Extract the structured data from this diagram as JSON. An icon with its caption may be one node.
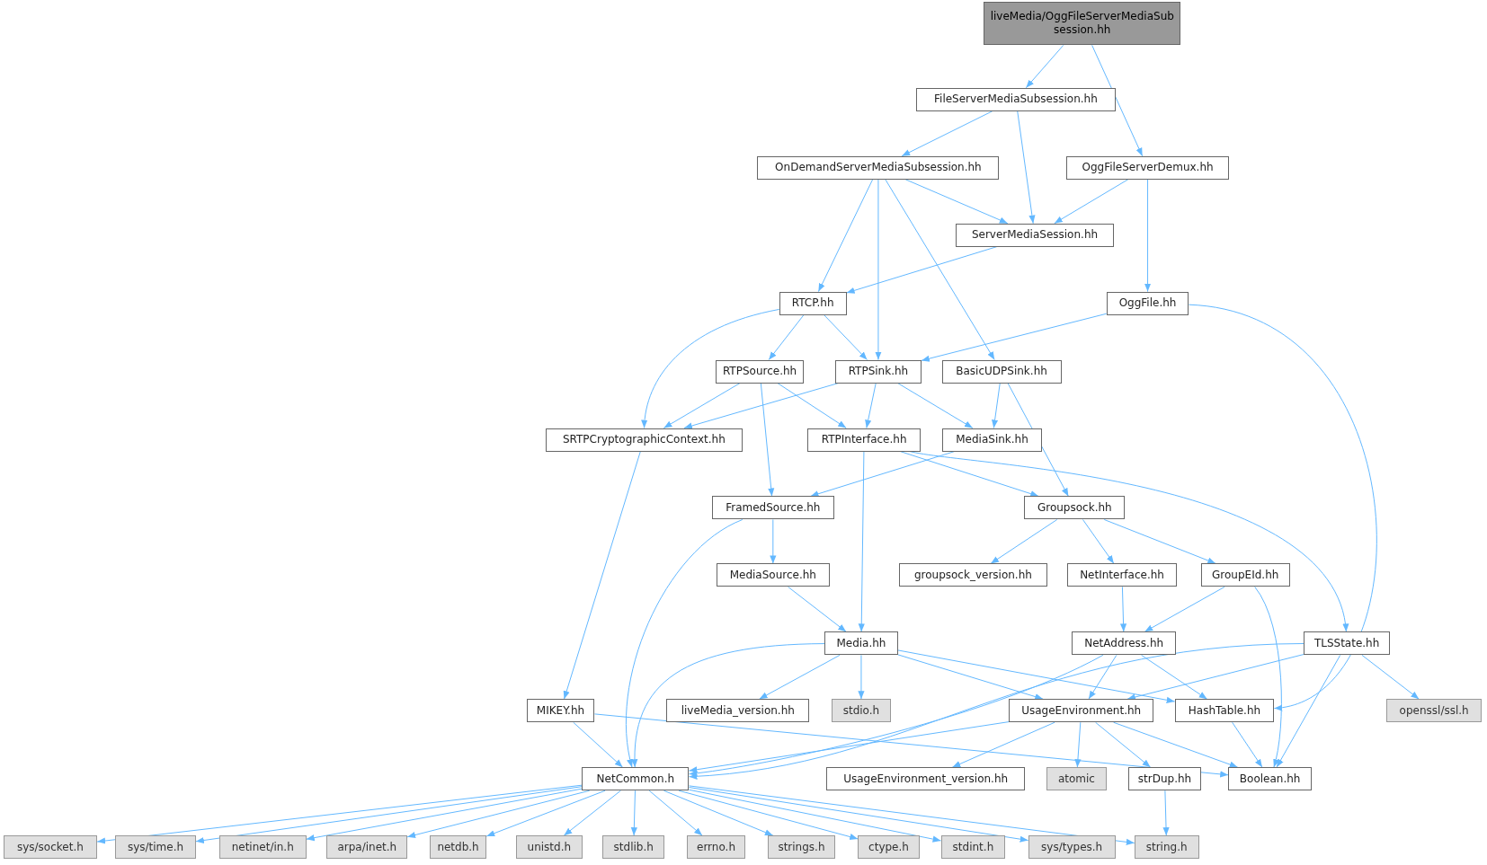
{
  "diagram": {
    "nodes": [
      {
        "text": [
          "liveMedia/OggFileServerMediaSubsession.hh"
        ]
      },
      {
        "text": [
          "FileServerMediaSubsession.hh"
        ]
      },
      {
        "text": [
          "OnDemandServerMediaSubsession.hh"
        ]
      },
      {
        "text": [
          "OggFileServerDemux.hh"
        ]
      },
      {
        "text": [
          "ServerMediaSession.hh"
        ]
      },
      {
        "text": [
          "RTCP.hh"
        ]
      },
      {
        "text": [
          "OggFile.hh"
        ]
      },
      {
        "text": [
          "RTPSource.hh"
        ]
      },
      {
        "text": [
          "RTPSink.hh"
        ]
      },
      {
        "text": [
          "BasicUDPSink.hh"
        ]
      },
      {
        "text": [
          "SRTPCryptographicContext.hh"
        ]
      },
      {
        "text": [
          "RTPInterface.hh"
        ]
      },
      {
        "text": [
          "MediaSink.hh"
        ]
      },
      {
        "text": [
          "FramedSource.hh"
        ]
      },
      {
        "text": [
          "Groupsock.hh"
        ]
      },
      {
        "text": [
          "MediaSource.hh"
        ]
      },
      {
        "text": [
          "groupsock_version.hh"
        ]
      },
      {
        "text": [
          "NetInterface.hh"
        ]
      },
      {
        "text": [
          "GroupEId.hh"
        ]
      },
      {
        "text": [
          "Media.hh"
        ]
      },
      {
        "text": [
          "NetAddress.hh"
        ]
      },
      {
        "text": [
          "TLSState.hh"
        ]
      },
      {
        "text": [
          "MIKEY.hh"
        ]
      },
      {
        "text": [
          "liveMedia_version.hh"
        ]
      },
      {
        "text": [
          "stdio.h"
        ]
      },
      {
        "text": [
          "UsageEnvironment.hh"
        ]
      },
      {
        "text": [
          "HashTable.hh"
        ]
      },
      {
        "text": [
          "openssl/ssl.h"
        ]
      },
      {
        "text": [
          "NetCommon.h"
        ]
      },
      {
        "text": [
          "UsageEnvironment_version.hh"
        ]
      },
      {
        "text": [
          "atomic"
        ]
      },
      {
        "text": [
          "strDup.hh"
        ]
      },
      {
        "text": [
          "Boolean.hh"
        ]
      },
      {
        "text": [
          "sys/socket.h"
        ]
      },
      {
        "text": [
          "sys/time.h"
        ]
      },
      {
        "text": [
          "netinet/in.h"
        ]
      },
      {
        "text": [
          "arpa/inet.h"
        ]
      },
      {
        "text": [
          "netdb.h"
        ]
      },
      {
        "text": [
          "unistd.h"
        ]
      },
      {
        "text": [
          "stdlib.h"
        ]
      },
      {
        "text": [
          "errno.h"
        ]
      },
      {
        "text": [
          "strings.h"
        ]
      },
      {
        "text": [
          "ctype.h"
        ]
      },
      {
        "text": [
          "stdint.h"
        ]
      },
      {
        "text": [
          "sys/types.h"
        ]
      },
      {
        "text": [
          "string.h"
        ]
      }
    ],
    "edges": [
      {
        "from": 0,
        "to": 1,
        "arrow": "to"
      },
      {
        "from": 0,
        "to": 3,
        "arrow": "to"
      },
      {
        "from": 1,
        "to": 2,
        "arrow": "to"
      },
      {
        "from": 1,
        "to": 4,
        "arrow": "to"
      },
      {
        "from": 2,
        "to": 4,
        "arrow": "to"
      },
      {
        "from": 2,
        "to": 5,
        "arrow": "to"
      },
      {
        "from": 2,
        "to": 8,
        "arrow": "to"
      },
      {
        "from": 2,
        "to": 9,
        "arrow": "to"
      },
      {
        "from": 3,
        "to": 4,
        "arrow": "to"
      },
      {
        "from": 3,
        "to": 6,
        "arrow": "to"
      },
      {
        "from": 4,
        "to": 5,
        "arrow": "to"
      },
      {
        "from": 5,
        "to": 7,
        "arrow": "to"
      },
      {
        "from": 5,
        "to": 8,
        "arrow": "to"
      },
      {
        "from": 5,
        "to": 10,
        "arrow": "to"
      },
      {
        "from": 6,
        "to": 8,
        "arrow": "to"
      },
      {
        "from": 6,
        "to": 26,
        "arrow": "to"
      },
      {
        "from": 7,
        "to": 10,
        "arrow": "to"
      },
      {
        "from": 7,
        "to": 11,
        "arrow": "to"
      },
      {
        "from": 7,
        "to": 13,
        "arrow": "to"
      },
      {
        "from": 8,
        "to": 10,
        "arrow": "to"
      },
      {
        "from": 8,
        "to": 11,
        "arrow": "to"
      },
      {
        "from": 8,
        "to": 12,
        "arrow": "to"
      },
      {
        "from": 9,
        "to": 12,
        "arrow": "to"
      },
      {
        "from": 9,
        "to": 14,
        "arrow": "to"
      },
      {
        "from": 10,
        "to": 22,
        "arrow": "to"
      },
      {
        "from": 11,
        "to": 19,
        "arrow": "to"
      },
      {
        "from": 11,
        "to": 14,
        "arrow": "to"
      },
      {
        "from": 11,
        "to": 21,
        "arrow": "to"
      },
      {
        "from": 12,
        "to": 13,
        "arrow": "to"
      },
      {
        "from": 13,
        "to": 15,
        "arrow": "to"
      },
      {
        "from": 13,
        "to": 28,
        "arrow": "to"
      },
      {
        "from": 14,
        "to": 16,
        "arrow": "to"
      },
      {
        "from": 14,
        "to": 17,
        "arrow": "to"
      },
      {
        "from": 14,
        "to": 18,
        "arrow": "to"
      },
      {
        "from": 15,
        "to": 19,
        "arrow": "to"
      },
      {
        "from": 17,
        "to": 20,
        "arrow": "to"
      },
      {
        "from": 18,
        "to": 20,
        "arrow": "to"
      },
      {
        "from": 18,
        "to": 32,
        "arrow": "to"
      },
      {
        "from": 19,
        "to": 23,
        "arrow": "to"
      },
      {
        "from": 19,
        "to": 24,
        "arrow": "to"
      },
      {
        "from": 19,
        "to": 25,
        "arrow": "to"
      },
      {
        "from": 19,
        "to": 26,
        "arrow": "to"
      },
      {
        "from": 19,
        "to": 28,
        "arrow": "to"
      },
      {
        "from": 20,
        "to": 28,
        "arrow": "to"
      },
      {
        "from": 20,
        "to": 25,
        "arrow": "to"
      },
      {
        "from": 20,
        "to": 26,
        "arrow": "to"
      },
      {
        "from": 21,
        "to": 25,
        "arrow": "to"
      },
      {
        "from": 21,
        "to": 28,
        "arrow": "to"
      },
      {
        "from": 21,
        "to": 27,
        "arrow": "to"
      },
      {
        "from": 21,
        "to": 32,
        "arrow": "to"
      },
      {
        "from": 22,
        "to": 28,
        "arrow": "to"
      },
      {
        "from": 22,
        "to": 32,
        "arrow": "to"
      },
      {
        "from": 25,
        "to": 28,
        "arrow": "to"
      },
      {
        "from": 25,
        "to": 29,
        "arrow": "to"
      },
      {
        "from": 25,
        "to": 30,
        "arrow": "to"
      },
      {
        "from": 25,
        "to": 31,
        "arrow": "to"
      },
      {
        "from": 25,
        "to": 32,
        "arrow": "to"
      },
      {
        "from": 26,
        "to": 32,
        "arrow": "to"
      },
      {
        "from": 31,
        "to": 45,
        "arrow": "to"
      },
      {
        "from": 28,
        "to": 33,
        "arrow": "to"
      },
      {
        "from": 28,
        "to": 34,
        "arrow": "to"
      },
      {
        "from": 28,
        "to": 35,
        "arrow": "to"
      },
      {
        "from": 28,
        "to": 36,
        "arrow": "to"
      },
      {
        "from": 28,
        "to": 37,
        "arrow": "to"
      },
      {
        "from": 28,
        "to": 38,
        "arrow": "to"
      },
      {
        "from": 28,
        "to": 39,
        "arrow": "to"
      },
      {
        "from": 28,
        "to": 40,
        "arrow": "to"
      },
      {
        "from": 28,
        "to": 41,
        "arrow": "to"
      },
      {
        "from": 28,
        "to": 42,
        "arrow": "to"
      },
      {
        "from": 28,
        "to": 43,
        "arrow": "to"
      },
      {
        "from": 28,
        "to": 44,
        "arrow": "to"
      },
      {
        "from": 28,
        "to": 45,
        "arrow": "to"
      }
    ]
  }
}
